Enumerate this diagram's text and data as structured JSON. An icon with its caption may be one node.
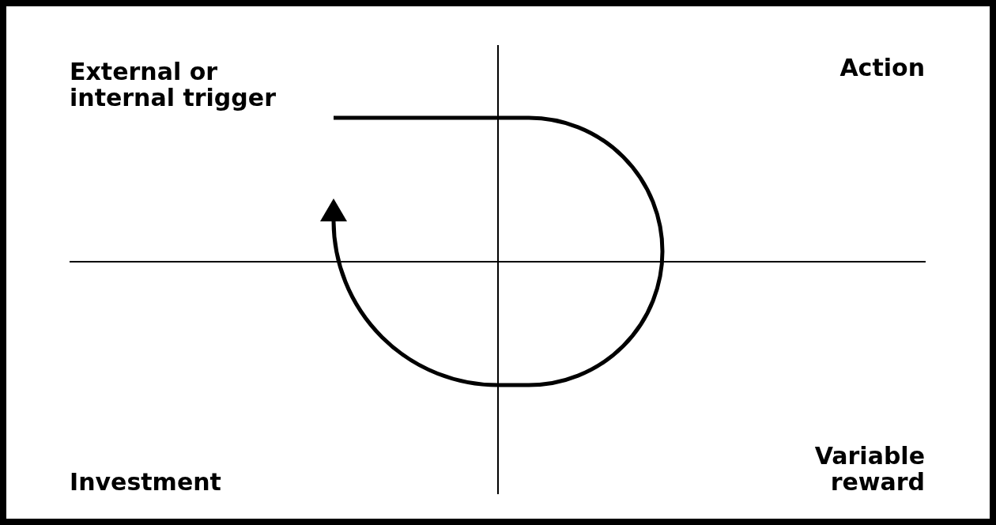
{
  "diagram": {
    "labels": [
      "External or internal trigger",
      "Action",
      "Variable reward",
      "Investment"
    ]
  }
}
